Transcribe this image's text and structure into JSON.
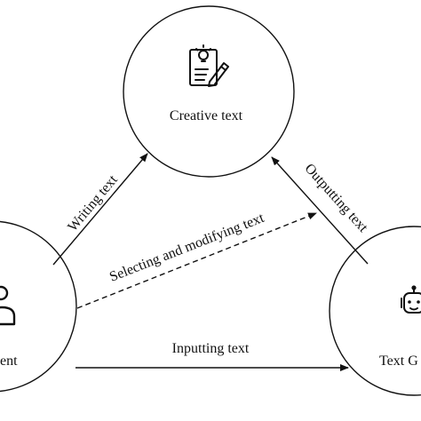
{
  "nodes": {
    "creative": {
      "label": "Creative text",
      "icon": "document-idea-pen-icon"
    },
    "student": {
      "label": "ent",
      "icon": "person-icon"
    },
    "generator": {
      "label": "Text G",
      "icon": "robot-icon"
    }
  },
  "edges": {
    "writing": {
      "label": "Writing text",
      "style": "solid"
    },
    "selecting": {
      "label": "Selecting and modifying text",
      "style": "dashed"
    },
    "outputting": {
      "label": "Outputting text",
      "style": "solid"
    },
    "inputting": {
      "label": "Inputting text",
      "style": "solid"
    }
  },
  "colors": {
    "stroke": "#111111",
    "background": "#ffffff"
  }
}
